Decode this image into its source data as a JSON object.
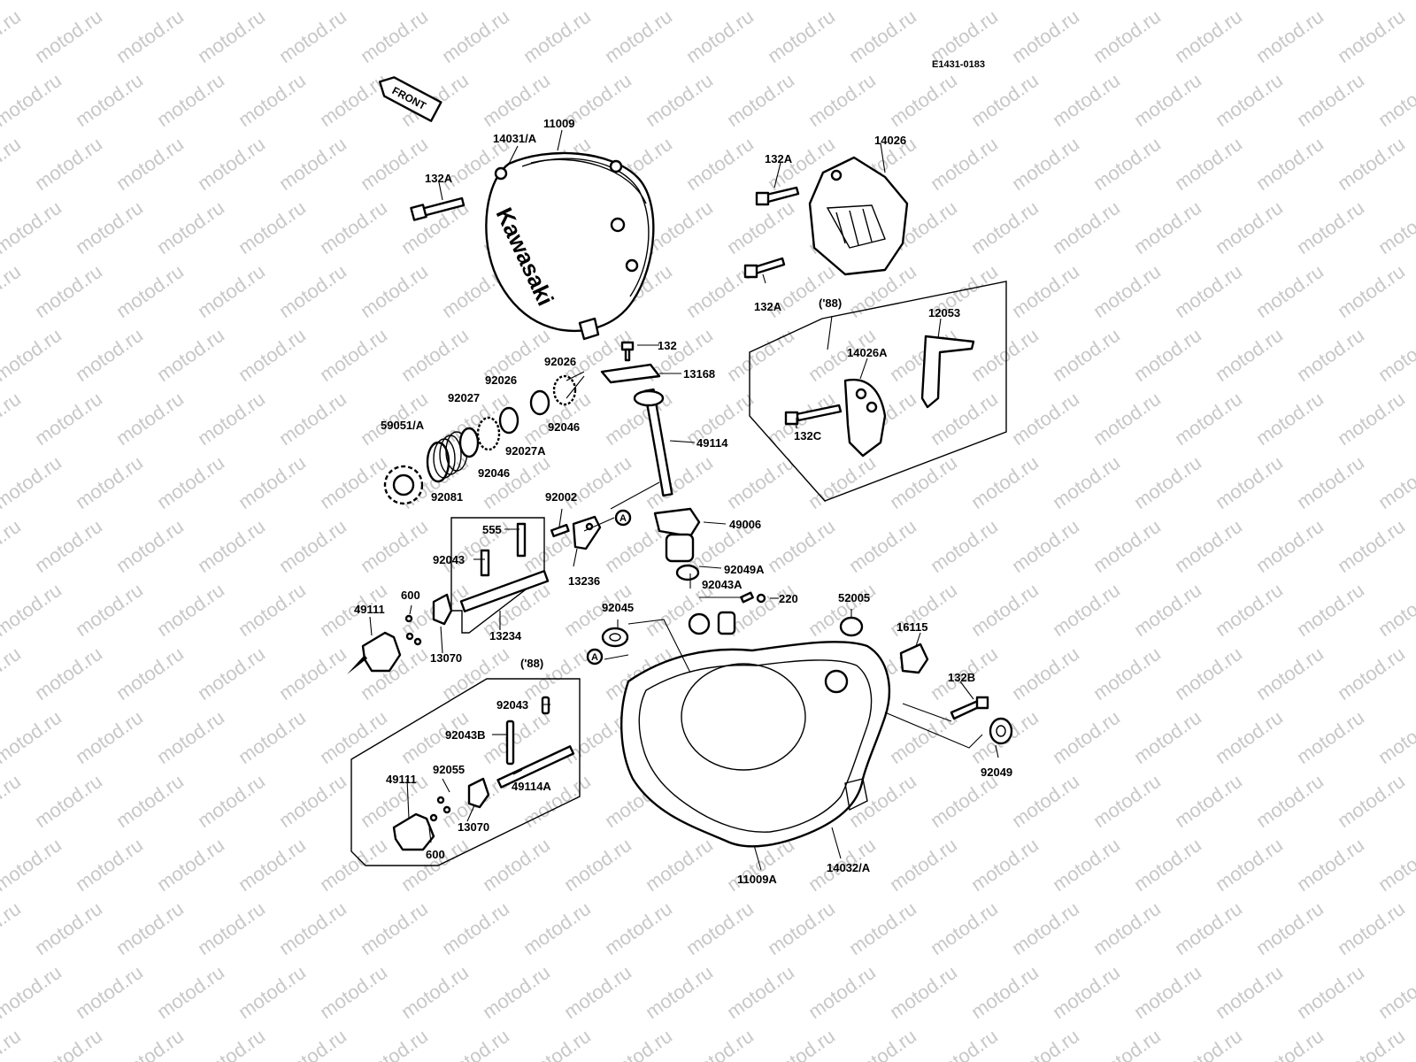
{
  "diagram": {
    "code": "E1431-0183",
    "front_label": "FRONT",
    "brand_text": "Kawasaki",
    "watermark": "motod.ru",
    "variant_label": "('88)",
    "parts": [
      {
        "id": "11009",
        "text": "11009"
      },
      {
        "id": "14031A",
        "text": "14031/A"
      },
      {
        "id": "132A_1",
        "text": "132A"
      },
      {
        "id": "132A_2",
        "text": "132A"
      },
      {
        "id": "132A_3",
        "text": "132A"
      },
      {
        "id": "14026",
        "text": "14026"
      },
      {
        "id": "12053",
        "text": "12053"
      },
      {
        "id": "14026A",
        "text": "14026A"
      },
      {
        "id": "132C",
        "text": "132C"
      },
      {
        "id": "132",
        "text": "132"
      },
      {
        "id": "13168",
        "text": "13168"
      },
      {
        "id": "92026_1",
        "text": "92026"
      },
      {
        "id": "92026_2",
        "text": "92026"
      },
      {
        "id": "92027",
        "text": "92027"
      },
      {
        "id": "92046_1",
        "text": "92046"
      },
      {
        "id": "92027A",
        "text": "92027A"
      },
      {
        "id": "59051A",
        "text": "59051/A"
      },
      {
        "id": "92046_2",
        "text": "92046"
      },
      {
        "id": "92081",
        "text": "92081"
      },
      {
        "id": "49114",
        "text": "49114"
      },
      {
        "id": "92002",
        "text": "92002"
      },
      {
        "id": "49006",
        "text": "49006"
      },
      {
        "id": "555",
        "text": "555"
      },
      {
        "id": "92043_1",
        "text": "92043"
      },
      {
        "id": "13236",
        "text": "13236"
      },
      {
        "id": "92049A",
        "text": "92049A"
      },
      {
        "id": "92043A",
        "text": "92043A"
      },
      {
        "id": "220",
        "text": "220"
      },
      {
        "id": "52005",
        "text": "52005"
      },
      {
        "id": "16115",
        "text": "16115"
      },
      {
        "id": "49111_1",
        "text": "49111"
      },
      {
        "id": "600_1",
        "text": "600"
      },
      {
        "id": "13234",
        "text": "13234"
      },
      {
        "id": "13070_1",
        "text": "13070"
      },
      {
        "id": "92045",
        "text": "92045"
      },
      {
        "id": "132B",
        "text": "132B"
      },
      {
        "id": "92049",
        "text": "92049"
      },
      {
        "id": "92043_2",
        "text": "92043"
      },
      {
        "id": "92043B",
        "text": "92043B"
      },
      {
        "id": "92055",
        "text": "92055"
      },
      {
        "id": "49111_2",
        "text": "49111"
      },
      {
        "id": "49114A",
        "text": "49114A"
      },
      {
        "id": "13070_2",
        "text": "13070"
      },
      {
        "id": "600_2",
        "text": "600"
      },
      {
        "id": "11009A",
        "text": "11009A"
      },
      {
        "id": "14032A",
        "text": "14032/A"
      }
    ]
  }
}
